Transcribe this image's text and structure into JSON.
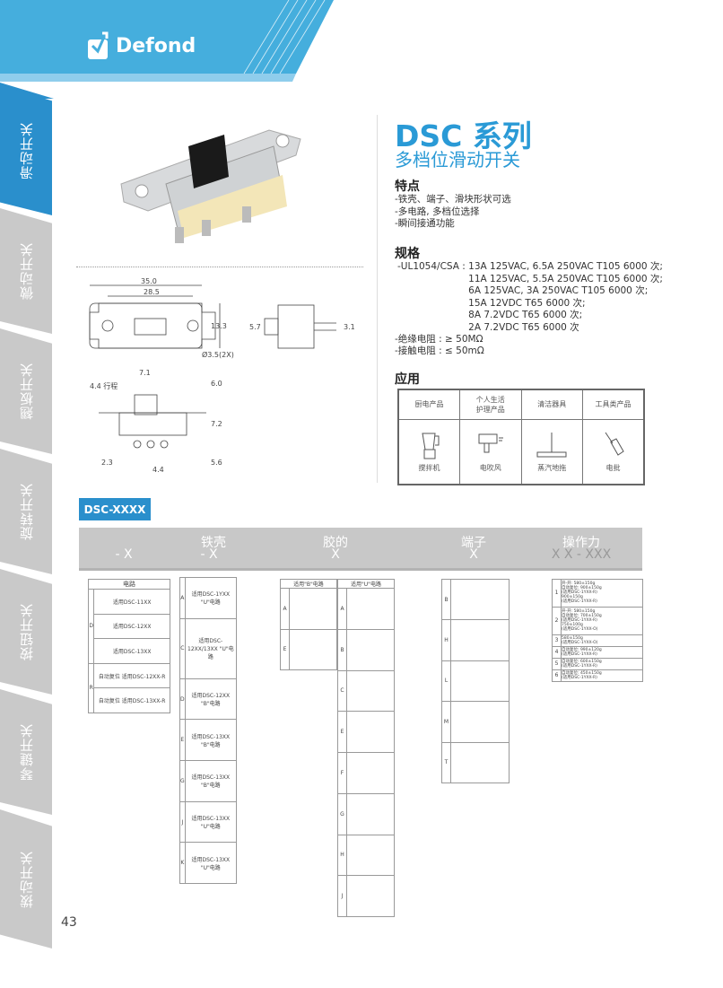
{
  "brand": {
    "name": "Defond"
  },
  "sidebar": {
    "tabs": [
      {
        "label": "滑动开关",
        "active": true
      },
      {
        "label": "微动开关"
      },
      {
        "label": "翘板开关"
      },
      {
        "label": "旋转开关"
      },
      {
        "label": "按钮开关"
      },
      {
        "label": "琴键开关"
      },
      {
        "label": "拨动开关"
      }
    ]
  },
  "page_number": "43",
  "product": {
    "title": "DSC 系列",
    "subtitle": "多档位滑动开关"
  },
  "features": {
    "heading": "特点",
    "items": [
      "-铁壳、端子、滑块形状可选",
      "-多电路, 多档位选择",
      "-瞬间接通功能"
    ]
  },
  "specs": {
    "heading": "规格",
    "ul_label": "-UL1054/CSA : ",
    "ratings": [
      "13A 125VAC, 6.5A 250VAC T105 6000 次;",
      "11A 125VAC, 5.5A 250VAC T105 6000 次;",
      "6A 125VAC, 3A 250VAC T105 6000 次;",
      "15A 12VDC T65 6000 次;",
      "8A 7.2VDC T65 6000 次;",
      "2A 7.2VDC T65 6000 次"
    ],
    "insulation": "-绝缘电阻 : ≥ 50MΩ",
    "contact": "-接触电阻 : ≤ 50mΩ"
  },
  "application": {
    "heading": "应用",
    "categories": [
      "厨电产品",
      "个人生活\n护理产品",
      "清洁器具",
      "工具类产品"
    ],
    "products": [
      "搅拌机",
      "电吹风",
      "蒸汽地拖",
      "电批"
    ]
  },
  "drawing": {
    "dims": [
      "35.0",
      "28.5",
      "13.3",
      "Ø3.5(2X)",
      "5.7",
      "3.1",
      "7.1",
      "4.4 行程",
      "6.0",
      "7.2",
      "5.6",
      "2.3",
      "4.4"
    ]
  },
  "model": {
    "code": "DSC-XXXX",
    "columns": [
      {
        "label": "",
        "code": "-  X"
      },
      {
        "label": "铁壳",
        "code": "-  X"
      },
      {
        "label": "胶的",
        "code": "X"
      },
      {
        "label": "端子",
        "code": "X"
      },
      {
        "label": "操作力",
        "code": "X X - XXX"
      }
    ]
  },
  "circuit_table": {
    "header": "电路",
    "groups": [
      {
        "key": "D",
        "rows": [
          "适用DSC-11XX",
          "适用DSC-12XX",
          "适用DSC-13XX"
        ]
      },
      {
        "key": "R",
        "rows": [
          "自动复位 适用DSC-12XX-R",
          "自动复位 适用DSC-13XX-R"
        ]
      }
    ]
  },
  "shell_table": {
    "rows": [
      {
        "key": "A",
        "note": "适用DSC-1YXX \"U\"电路"
      },
      {
        "key": "C",
        "note": "适用DSC-12XX/13XX \"U\"电路"
      },
      {
        "key": "D",
        "note": "适用DSC-12XX \"B\"电路"
      },
      {
        "key": "E",
        "note": "适用DSC-13XX \"B\"电路"
      },
      {
        "key": "G",
        "note": "适用DSC-13XX \"B\"电路"
      },
      {
        "key": "J",
        "note": "适用DSC-13XX \"U\"电路"
      },
      {
        "key": "K",
        "note": "适用DSC-13XX \"U\"电路"
      }
    ]
  },
  "body_table": {
    "left_header": "适用\"B\"电路",
    "right_header": "适用\"U\"电路",
    "left_keys": [
      "A",
      "E"
    ],
    "right_keys": [
      "A",
      "B",
      "C",
      "E",
      "F",
      "G",
      "H",
      "J"
    ]
  },
  "terminal_table": {
    "keys": [
      "B",
      "H",
      "L",
      "M",
      "T"
    ]
  },
  "force_table": {
    "rows": [
      {
        "key": "1",
        "lines": [
          "开-开: 580±150g",
          "自动复位: 900±150g",
          "(适用DSC-1YXX-R)",
          "900±150g",
          "(适用DSC-1YXX-R)"
        ]
      },
      {
        "key": "2",
        "lines": [
          "开-开: 580±150g",
          "自动复位: 700±150g",
          "(适用DSC-1YXX-R)",
          "750±100g",
          "(适用DSC-1YXX-O)"
        ]
      },
      {
        "key": "3",
        "lines": [
          "580±150g",
          "(适用DSC-1YXX-O)"
        ]
      },
      {
        "key": "4",
        "lines": [
          "自动复位: 990±120g",
          "(适用DSC-1YXX-R)"
        ]
      },
      {
        "key": "5",
        "lines": [
          "自动复位: 600±150g",
          "(适用DSC-1YXX-R)"
        ]
      },
      {
        "key": "6",
        "lines": [
          "自动复位: 450±150g",
          "(适用DSC-1YXX-R)"
        ]
      }
    ]
  }
}
